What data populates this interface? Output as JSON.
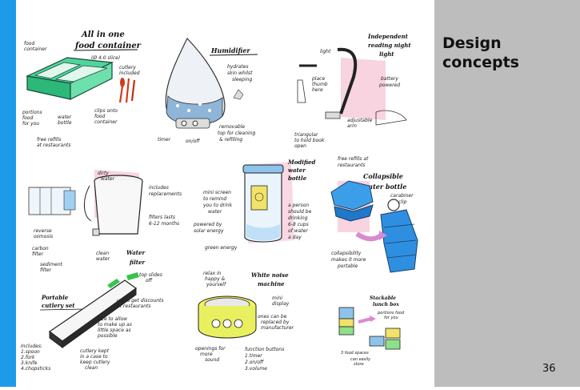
{
  "slide": {
    "title_line1": "Design",
    "title_line2": "concepts",
    "page_number": "36"
  },
  "sketches": {
    "food_container": {
      "title_line1": "All in one",
      "title_line2": "food container",
      "notes": [
        "food",
        "container",
        "(Ø 4.0 slice)",
        "cutlery",
        "included",
        "portions",
        "food",
        "for you",
        "water",
        "bottle",
        "clips onto",
        "food",
        "container",
        "free refills",
        "at restaurants"
      ]
    },
    "humidifier": {
      "title": "Humidifier",
      "notes": [
        "hydrates",
        "skin whilst",
        "sleeping",
        "timer",
        "on/off",
        "removable",
        "top for cleaning",
        "& refilling"
      ]
    },
    "reading_light": {
      "title_line1": "Independent",
      "title_line2": "reading night",
      "title_line3": "light",
      "notes": [
        "light",
        "place",
        "thumb",
        "here",
        "battery",
        "powered",
        "adjustable",
        "arm",
        "triangular",
        "to hold book",
        "open"
      ]
    },
    "water_filter": {
      "title_line1": "Water",
      "title_line2": "filter",
      "notes": [
        "dirty",
        "water",
        "includes",
        "replacements",
        "filters lasts",
        "6-12 months",
        "reverse",
        "osmosis",
        "carbon",
        "filter",
        "sediment",
        "filter",
        "clean",
        "water"
      ]
    },
    "modified_bottle": {
      "title_line1": "Modified",
      "title_line2": "water",
      "title_line3": "bottle",
      "notes": [
        "mini screen",
        "to remind",
        "you to drink",
        "water",
        "powered by",
        "solar energy",
        "green energy",
        "a person",
        "should be",
        "drinking",
        "6-8 cups",
        "of water",
        "a day"
      ]
    },
    "collapsible_bottle": {
      "title_line1": "Collapsible",
      "title_line2": "water bottle",
      "notes": [
        "free refills at",
        "restaurants",
        "carabiner",
        "clip",
        "collapsibility",
        "makes it more",
        "portable"
      ]
    },
    "cutlery_set": {
      "title_line1": "Portable",
      "title_line2": "cutlery set",
      "notes": [
        "top slides",
        "off",
        "users get discounts",
        "at restaurants",
        "size to allow",
        "to make up as",
        "little space as",
        "possible",
        "Includes:",
        "1.spoon",
        "2.fork",
        "3.knife",
        "4.chopsticks",
        "cutlery kept",
        "in a case to",
        "keep cutlery",
        "clean"
      ]
    },
    "white_noise": {
      "title_line1": "White noise",
      "title_line2": "machine",
      "notes": [
        "relax in",
        "happy &",
        "yourself",
        "mini",
        "display",
        "ones can be",
        "replaced by",
        "manufacturer",
        "openings for",
        "more",
        "sound",
        "function buttons",
        "1.timer",
        "2.on/off",
        "3.volume"
      ]
    },
    "lunch_box": {
      "title_line1": "Stackable",
      "title_line2": "lunch box",
      "notes": [
        "portions food",
        "for you",
        "3 food spaces",
        "can easily",
        "store"
      ]
    }
  }
}
